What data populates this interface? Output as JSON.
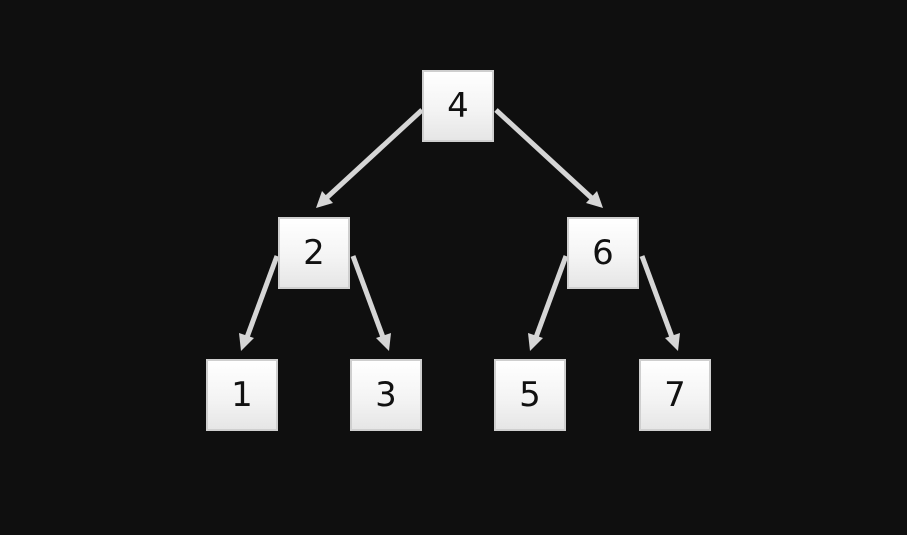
{
  "tree": {
    "root": "4",
    "level2": {
      "left": "2",
      "right": "6"
    },
    "level3": {
      "a": "1",
      "b": "3",
      "c": "5",
      "d": "7"
    }
  },
  "edges": [
    [
      "4",
      "2"
    ],
    [
      "4",
      "6"
    ],
    [
      "2",
      "1"
    ],
    [
      "2",
      "3"
    ],
    [
      "6",
      "5"
    ],
    [
      "6",
      "7"
    ]
  ],
  "colors": {
    "background": "#0f0f0f",
    "arrow": "#d6d6d6",
    "node_border": "#cfcfcf",
    "node_text": "#111111"
  }
}
